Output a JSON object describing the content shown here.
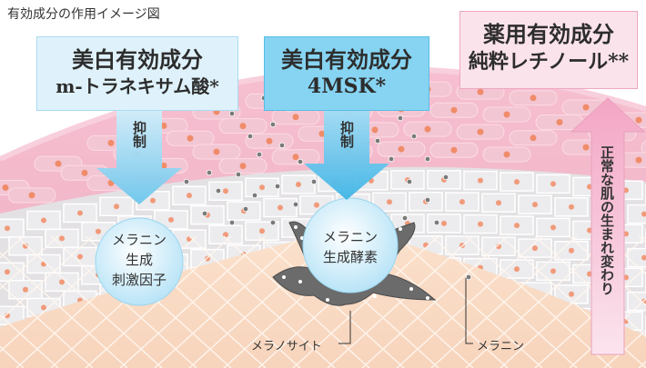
{
  "title": "有効成分の作用イメージ図",
  "box1": {
    "line1": "美白有効成分",
    "line2": "m-トラネキサム酸*"
  },
  "box2": {
    "line1": "美白有効成分",
    "line2": "4MSK*"
  },
  "box3": {
    "line1": "薬用有効成分",
    "line2": "純粋レチノール**"
  },
  "arrow1_label": "抑制",
  "arrow2_label": "抑制",
  "circle1": {
    "line1": "メラニン",
    "line2": "生成",
    "line3": "刺激因子"
  },
  "circle2": {
    "line1": "メラニン",
    "line2": "生成酵素"
  },
  "right_arrow_label": "正常な肌の生まれ変わり",
  "melanocyte_label": "メラノサイト",
  "melanin_label": "メラニン",
  "colors": {
    "blue_light": "#d8f0fb",
    "blue_strong": "#7fd0f0",
    "pink_box": "#fbe3ec",
    "pink_arrow": "#f7b6cf",
    "skin": "#f4a9bf"
  }
}
